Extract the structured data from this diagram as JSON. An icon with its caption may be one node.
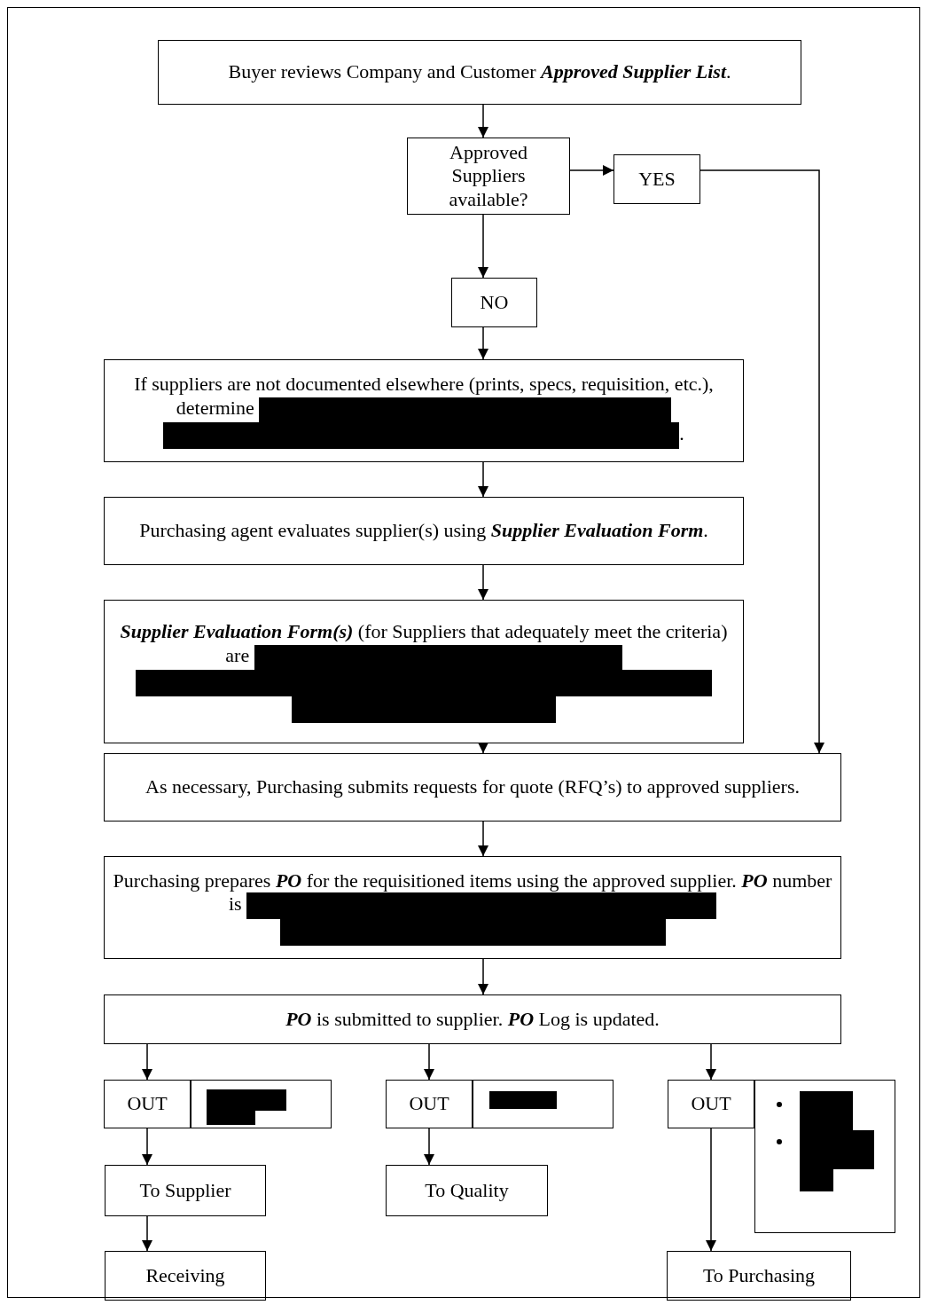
{
  "diagram": {
    "nodes": [
      {
        "text": [
          "Buyer reviews Company and Customer **Approved Supplier List**."
        ]
      },
      {
        "text": [
          "Approved Suppliers available?"
        ]
      },
      {
        "text": [
          "YES"
        ]
      },
      {
        "text": [
          "NO"
        ]
      },
      {
        "text": [
          "If suppliers are not documented elsewhere (prints, specs, requisition, etc.), determine",
          "."
        ]
      },
      {
        "text": [
          "Purchasing agent evaluates supplier(s) using **Supplier Evaluation Form**."
        ]
      },
      {
        "text": [
          "**Supplier Evaluation Form(s)** (for Suppliers that adequately meet the criteria) are"
        ]
      },
      {
        "text": [
          "As necessary, Purchasing submits requests for quote (RFQ’s) to approved suppliers."
        ]
      },
      {
        "text": [
          "Purchasing prepares **PO** for the requisitioned items using the approved supplier. **PO** number is"
        ]
      },
      {
        "text": [
          "**PO** is submitted to supplier. **PO** Log is updated."
        ]
      },
      {
        "text": [
          "OUT"
        ]
      },
      {
        "text": [],
        "shape": "box"
      },
      {
        "text": [
          "OUT"
        ]
      },
      {
        "text": [],
        "shape": "box"
      },
      {
        "text": [
          "OUT"
        ]
      },
      {
        "text": [],
        "shape": "box"
      },
      {
        "text": [
          "To Supplier"
        ]
      },
      {
        "text": [
          "Receiving"
        ]
      },
      {
        "text": [
          "To Quality"
        ]
      },
      {
        "text": [
          "To Purchasing"
        ]
      }
    ],
    "edges": [
      {
        "from": 0,
        "to": 1,
        "arrow": "to"
      },
      {
        "from": 1,
        "to": 2,
        "arrow": "to"
      },
      {
        "from": 2,
        "to": 7,
        "arrow": "to"
      },
      {
        "from": 1,
        "to": 3,
        "arrow": "to"
      },
      {
        "from": 3,
        "to": 4,
        "arrow": "to"
      },
      {
        "from": 4,
        "to": 5,
        "arrow": "to"
      },
      {
        "from": 5,
        "to": 6,
        "arrow": "to"
      },
      {
        "from": 6,
        "to": 7,
        "arrow": "to"
      },
      {
        "from": 7,
        "to": 8,
        "arrow": "to"
      },
      {
        "from": 8,
        "to": 9,
        "arrow": "to"
      },
      {
        "from": 9,
        "to": 10,
        "arrow": "to"
      },
      {
        "from": 9,
        "to": 12,
        "arrow": "to"
      },
      {
        "from": 9,
        "to": 14,
        "arrow": "to"
      },
      {
        "from": 10,
        "to": 16,
        "arrow": "to"
      },
      {
        "from": 16,
        "to": 17,
        "arrow": "to"
      },
      {
        "from": 12,
        "to": 18,
        "arrow": "to"
      },
      {
        "from": 14,
        "to": 19,
        "arrow": "to"
      }
    ]
  }
}
